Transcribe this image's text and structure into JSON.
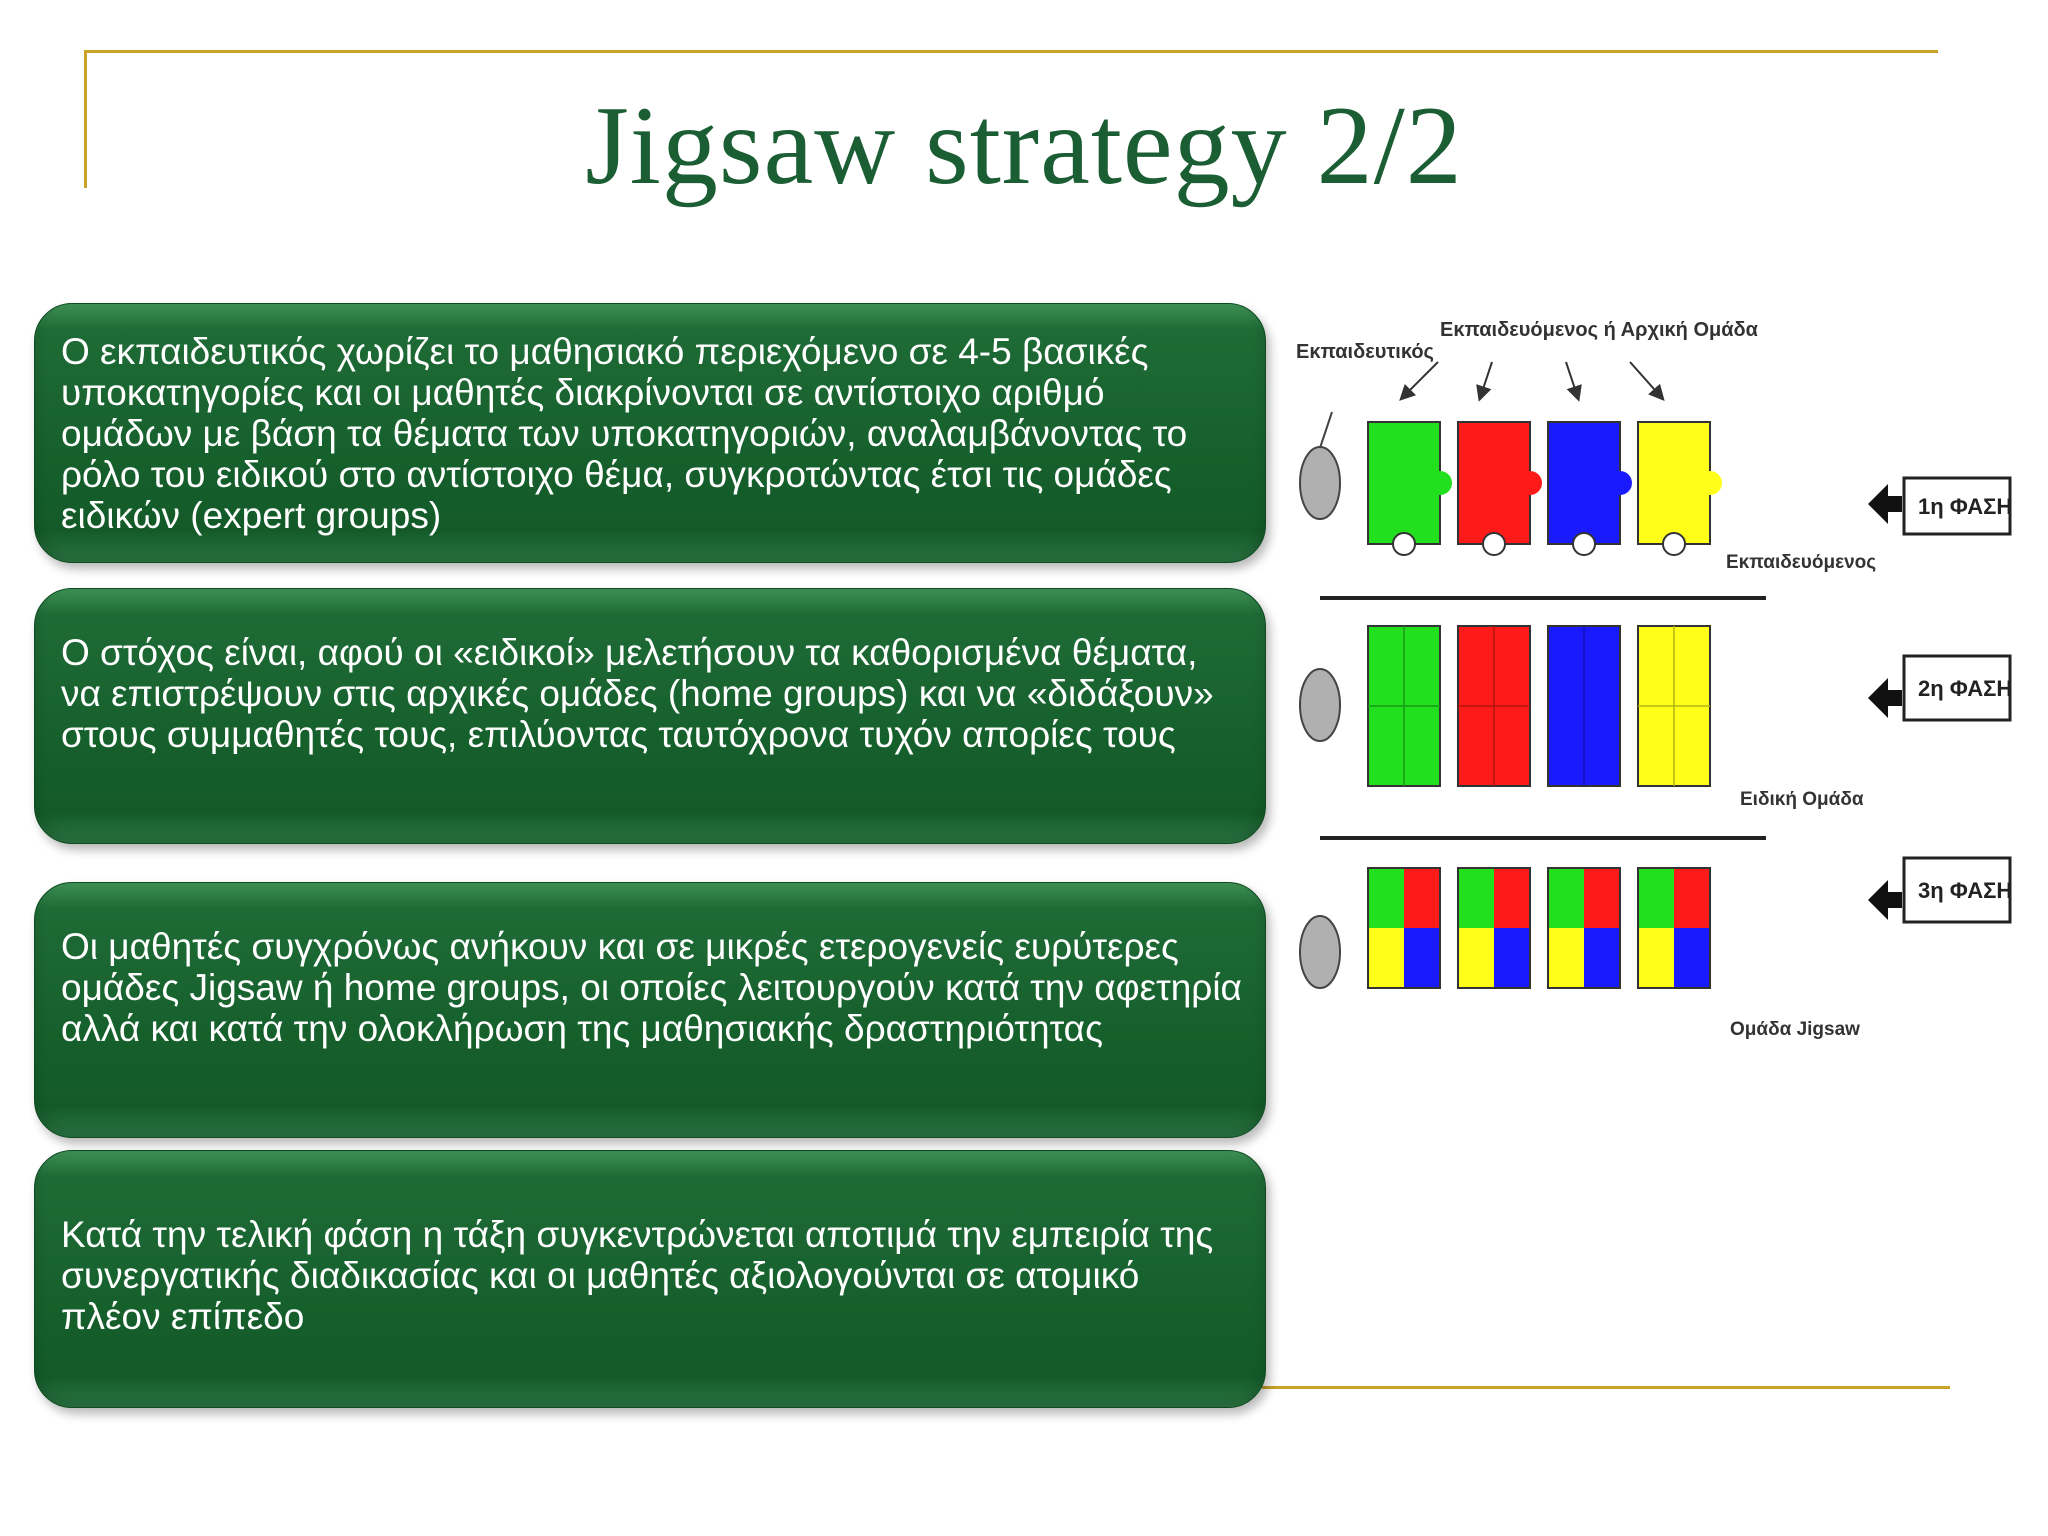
{
  "slide": {
    "title": "Jigsaw strategy 2/2"
  },
  "boxes": [
    {
      "text": "Ο εκπαιδευτικός χωρίζει το μαθησιακό περιεχόμενο σε 4-5 βασικές υποκατηγορίες και οι μαθητές διακρίνονται σε αντίστοιχο αριθμό ομάδων με βάση τα θέματα των υποκατηγοριών, αναλαμβάνοντας το ρόλο του ειδικού στο αντίστοιχο θέμα, συγκροτώντας έτσι τις ομάδες ειδικών (expert groups)"
    },
    {
      "text": "Ο στόχος είναι, αφού οι «ειδικοί» μελετήσουν τα καθορισμένα θέματα, να επιστρέψουν στις αρχικές ομάδες (home groups) και να «διδάξουν» στους συμμαθητές τους, επιλύοντας ταυτόχρονα τυχόν απορίες τους"
    },
    {
      "text": "Οι μαθητές συγχρόνως ανήκουν  και σε μικρές ετερογενείς ευρύτερες ομάδες Jigsaw ή home groups, οι οποίες λειτουργούν κατά την αφετηρία αλλά και κατά την ολοκλήρωση της μαθησιακής δραστηριότητας"
    },
    {
      "text": "Κατά την τελική φάση η τάξη συγκεντρώνεται αποτιμά την εμπειρία της συνεργατικής διαδικασίας και οι μαθητές αξιολογούνται σε ατομικό πλέον επίπεδο"
    }
  ],
  "diagram": {
    "teacher_label": "Εκπαιδευτικός",
    "top_label": "Εκπαιδευόμενος ή Αρχική Ομάδα",
    "row1_label": "Εκπαιδευόμενος",
    "row2_label": "Ειδική Ομάδα",
    "row3_label": "Ομάδα Jigsaw",
    "phase1": "1η ΦΑΣΗ",
    "phase2": "2η ΦΑΣΗ",
    "phase3": "3η ΦΑΣΗ",
    "colors": {
      "green": "#22e01e",
      "red": "#ff1a1a",
      "blue": "#1a1aff",
      "yellow": "#ffff1a",
      "teacher": "#b0b0b0",
      "accent": "#1b5e34",
      "frame": "#c9a227"
    }
  }
}
